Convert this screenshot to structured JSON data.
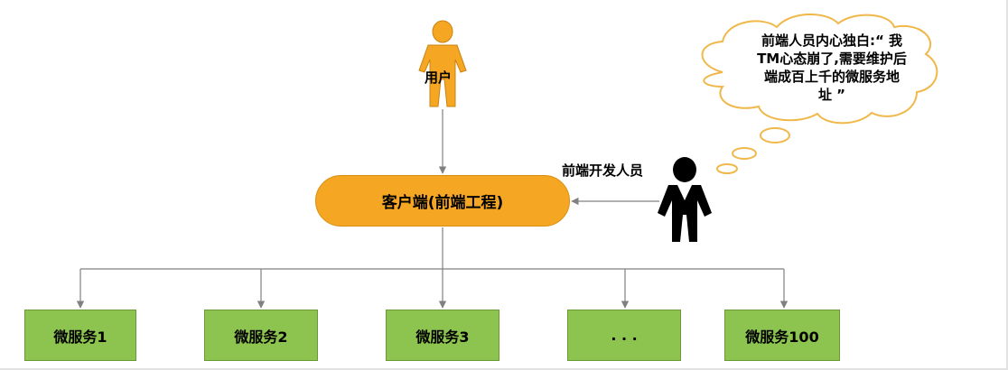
{
  "user": {
    "label": "用户"
  },
  "developer": {
    "label": "前端开发人员"
  },
  "client": {
    "label": "客户端(前端工程)"
  },
  "thought_bubble": {
    "lines": [
      "前端人员内心独白:“ 我",
      "TM心态崩了,需要维护后",
      "端成百上千的微服务地",
      "址 ”"
    ]
  },
  "services": [
    {
      "label": "微服务1"
    },
    {
      "label": "微服务2"
    },
    {
      "label": "微服务3"
    },
    {
      "label": ". . ."
    },
    {
      "label": "微服务100"
    }
  ],
  "colors": {
    "client_fill": "#f5a623",
    "service_fill": "#8dc44f",
    "user_figure": "#f5a623",
    "developer_figure": "#000000",
    "connector": "#808080",
    "cloud_stroke": "#f0b84a"
  },
  "icons": {
    "user": "person-icon",
    "developer": "person-icon"
  }
}
